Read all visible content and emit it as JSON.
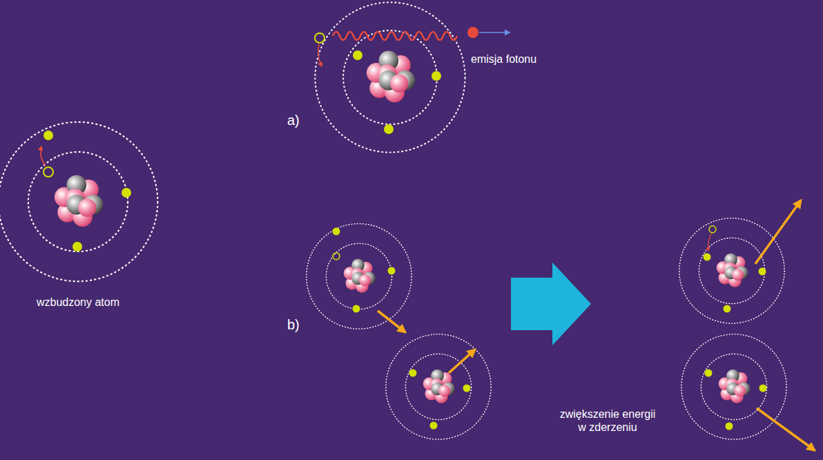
{
  "diagram": {
    "labels": [
      "emisja fotonu",
      "a)",
      "wzbudzony atom",
      "b)",
      "zwiększenie energii w zderzeniu"
    ]
  }
}
